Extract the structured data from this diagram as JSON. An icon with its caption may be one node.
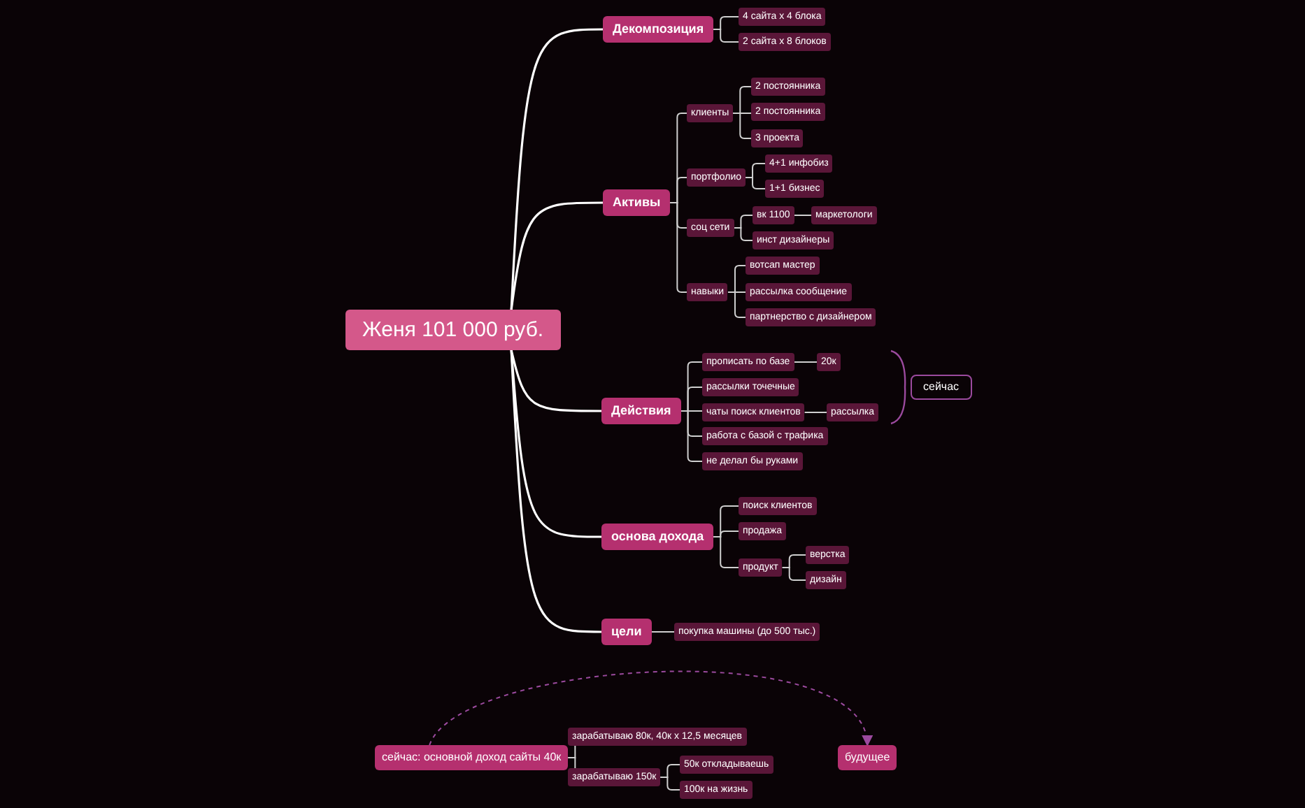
{
  "diagram": {
    "nodes": [
      {
        "text": [
          "Женя 101 000 руб."
        ]
      },
      {
        "text": [
          "Декомпозиция"
        ]
      },
      {
        "text": [
          "4 сайта х 4 блока"
        ]
      },
      {
        "text": [
          "2 сайта х 8 блоков"
        ]
      },
      {
        "text": [
          "Активы"
        ]
      },
      {
        "text": [
          "клиенты"
        ]
      },
      {
        "text": [
          "2 постоянника"
        ]
      },
      {
        "text": [
          "2 постоянника"
        ]
      },
      {
        "text": [
          "3 проекта"
        ]
      },
      {
        "text": [
          "портфолио"
        ]
      },
      {
        "text": [
          "4+1 инфобиз"
        ]
      },
      {
        "text": [
          "1+1 бизнес"
        ]
      },
      {
        "text": [
          "соц сети"
        ]
      },
      {
        "text": [
          "вк 1100"
        ]
      },
      {
        "text": [
          "маркетологи"
        ]
      },
      {
        "text": [
          "инст дизайнеры"
        ]
      },
      {
        "text": [
          "навыки"
        ]
      },
      {
        "text": [
          "вотсап мастер"
        ]
      },
      {
        "text": [
          "рассылка сообщение"
        ]
      },
      {
        "text": [
          "партнерство с дизайнером"
        ]
      },
      {
        "text": [
          "Действия"
        ]
      },
      {
        "text": [
          "прописать по базе"
        ]
      },
      {
        "text": [
          "20к"
        ]
      },
      {
        "text": [
          "рассылки точечные"
        ]
      },
      {
        "text": [
          "чаты поиск клиентов"
        ]
      },
      {
        "text": [
          "рассылка"
        ]
      },
      {
        "text": [
          "работа с базой с трафика"
        ]
      },
      {
        "text": [
          "не делал бы руками"
        ]
      },
      {
        "text": [
          "сейчас"
        ]
      },
      {
        "text": [
          "основа дохода"
        ]
      },
      {
        "text": [
          "поиск клиентов"
        ]
      },
      {
        "text": [
          "продажа"
        ]
      },
      {
        "text": [
          "продукт"
        ]
      },
      {
        "text": [
          "верстка"
        ]
      },
      {
        "text": [
          "дизайн"
        ]
      },
      {
        "text": [
          "цели"
        ]
      },
      {
        "text": [
          "покупка машины (до 500 тыс.)"
        ]
      },
      {
        "text": [
          "сейчас: основной доход сайты 40к"
        ]
      },
      {
        "text": [
          "зарабатываю 80к, 40к х 12,5 месяцев"
        ]
      },
      {
        "text": [
          "зарабатываю 150к"
        ]
      },
      {
        "text": [
          "50к откладываешь"
        ]
      },
      {
        "text": [
          "100к на жизнь"
        ]
      },
      {
        "text": [
          "будущее"
        ]
      }
    ],
    "edges": [
      {
        "from": 0,
        "to": 1,
        "arrow": "none"
      },
      {
        "from": 1,
        "to": 2,
        "arrow": "none"
      },
      {
        "from": 1,
        "to": 3,
        "arrow": "none"
      },
      {
        "from": 0,
        "to": 4,
        "arrow": "none"
      },
      {
        "from": 4,
        "to": 5,
        "arrow": "none"
      },
      {
        "from": 5,
        "to": 6,
        "arrow": "none"
      },
      {
        "from": 5,
        "to": 7,
        "arrow": "none"
      },
      {
        "from": 5,
        "to": 8,
        "arrow": "none"
      },
      {
        "from": 4,
        "to": 9,
        "arrow": "none"
      },
      {
        "from": 9,
        "to": 10,
        "arrow": "none"
      },
      {
        "from": 9,
        "to": 11,
        "arrow": "none"
      },
      {
        "from": 4,
        "to": 12,
        "arrow": "none"
      },
      {
        "from": 12,
        "to": 13,
        "arrow": "none"
      },
      {
        "from": 13,
        "to": 14,
        "arrow": "none"
      },
      {
        "from": 12,
        "to": 15,
        "arrow": "none"
      },
      {
        "from": 4,
        "to": 16,
        "arrow": "none"
      },
      {
        "from": 16,
        "to": 17,
        "arrow": "none"
      },
      {
        "from": 16,
        "to": 18,
        "arrow": "none"
      },
      {
        "from": 16,
        "to": 19,
        "arrow": "none"
      },
      {
        "from": 0,
        "to": 20,
        "arrow": "none"
      },
      {
        "from": 20,
        "to": 21,
        "arrow": "none"
      },
      {
        "from": 21,
        "to": 22,
        "arrow": "none"
      },
      {
        "from": 20,
        "to": 23,
        "arrow": "none"
      },
      {
        "from": 20,
        "to": 24,
        "arrow": "none"
      },
      {
        "from": 24,
        "to": 25,
        "arrow": "none"
      },
      {
        "from": 20,
        "to": 26,
        "arrow": "none"
      },
      {
        "from": 20,
        "to": 27,
        "arrow": "none"
      },
      {
        "from": 0,
        "to": 29,
        "arrow": "none"
      },
      {
        "from": 29,
        "to": 30,
        "arrow": "none"
      },
      {
        "from": 29,
        "to": 31,
        "arrow": "none"
      },
      {
        "from": 29,
        "to": 32,
        "arrow": "none"
      },
      {
        "from": 32,
        "to": 33,
        "arrow": "none"
      },
      {
        "from": 32,
        "to": 34,
        "arrow": "none"
      },
      {
        "from": 0,
        "to": 35,
        "arrow": "none"
      },
      {
        "from": 35,
        "to": 36,
        "arrow": "none"
      },
      {
        "from": 37,
        "to": 38,
        "arrow": "none"
      },
      {
        "from": 37,
        "to": 39,
        "arrow": "none"
      },
      {
        "from": 39,
        "to": 40,
        "arrow": "none"
      },
      {
        "from": 39,
        "to": 41,
        "arrow": "none"
      },
      {
        "from": 37,
        "to": 42,
        "arrow": "to",
        "style": "dashed",
        "color": "#9b4a9e"
      }
    ]
  }
}
